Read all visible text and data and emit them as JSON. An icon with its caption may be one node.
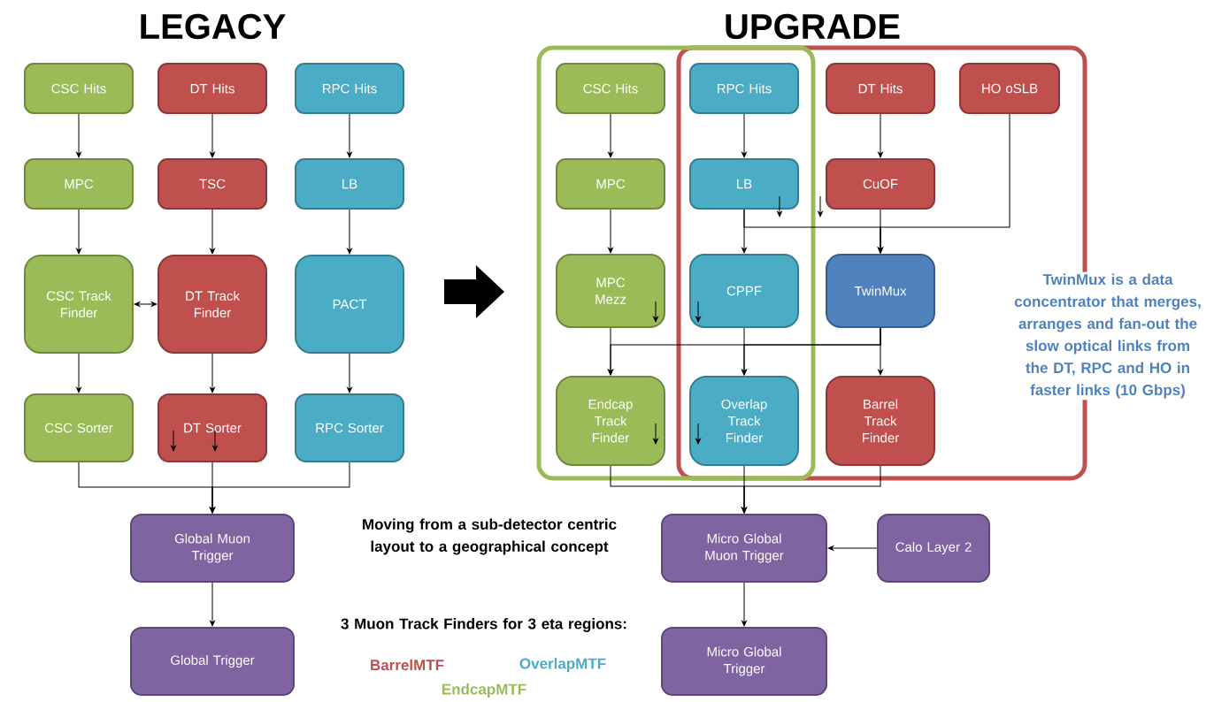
{
  "diagram": {
    "nodes": [
      {
        "text": [
          "CSC Hits"
        ]
      },
      {
        "text": [
          "DT Hits"
        ]
      },
      {
        "text": [
          "RPC Hits"
        ]
      },
      {
        "text": [
          "MPC"
        ]
      },
      {
        "text": [
          "TSC"
        ]
      },
      {
        "text": [
          "LB"
        ]
      },
      {
        "text": [
          "CSC Track Finder"
        ]
      },
      {
        "text": [
          "DT Track Finder"
        ]
      },
      {
        "text": [
          "PACT"
        ]
      },
      {
        "text": [
          "CSC Sorter"
        ]
      },
      {
        "text": [
          "DT Sorter"
        ]
      },
      {
        "text": [
          "RPC Sorter"
        ]
      },
      {
        "text": [
          "Global Muon Trigger"
        ]
      },
      {
        "text": [
          "Global Trigger"
        ]
      },
      {
        "text": [
          "CSC Hits"
        ]
      },
      {
        "text": [
          "RPC Hits"
        ]
      },
      {
        "text": [
          "DT Hits"
        ]
      },
      {
        "text": [
          "HO oSLB"
        ]
      },
      {
        "text": [
          "MPC"
        ]
      },
      {
        "text": [
          "LB"
        ]
      },
      {
        "text": [
          "CuOF"
        ]
      },
      {
        "text": [
          "MPC Mezz"
        ]
      },
      {
        "text": [
          "CPPF"
        ]
      },
      {
        "text": [
          "TwinMux"
        ]
      },
      {
        "text": [
          "Endcap Track Finder"
        ]
      },
      {
        "text": [
          "Overlap Track Finder"
        ]
      },
      {
        "text": [
          "Barrel Track Finder"
        ]
      },
      {
        "text": [
          "Micro Global Muon Trigger"
        ]
      },
      {
        "text": [
          "Calo Layer 2"
        ]
      },
      {
        "text": [
          "Micro Global Trigger"
        ]
      }
    ],
    "edges": [
      {
        "from": 0,
        "to": 3,
        "arrow": "to"
      },
      {
        "from": 1,
        "to": 4,
        "arrow": "to"
      },
      {
        "from": 2,
        "to": 5,
        "arrow": "to"
      },
      {
        "from": 3,
        "to": 6,
        "arrow": "to"
      },
      {
        "from": 4,
        "to": 7,
        "arrow": "to"
      },
      {
        "from": 5,
        "to": 8,
        "arrow": "to"
      },
      {
        "from": 6,
        "to": 7,
        "arrow": "both"
      },
      {
        "from": 6,
        "to": 9,
        "arrow": "to"
      },
      {
        "from": 7,
        "to": 10,
        "arrow": "to"
      },
      {
        "from": 8,
        "to": 11,
        "arrow": "to"
      },
      {
        "from": 9,
        "to": 12,
        "arrow": "to"
      },
      {
        "from": 10,
        "to": 12,
        "arrow": "to"
      },
      {
        "from": 11,
        "to": 12,
        "arrow": "to"
      },
      {
        "from": 12,
        "to": 13,
        "arrow": "to"
      },
      {
        "from": 14,
        "to": 18,
        "arrow": "to"
      },
      {
        "from": 15,
        "to": 19,
        "arrow": "to"
      },
      {
        "from": 16,
        "to": 20,
        "arrow": "to"
      },
      {
        "from": 18,
        "to": 21,
        "arrow": "to"
      },
      {
        "from": 19,
        "to": 22,
        "arrow": "to"
      },
      {
        "from": 19,
        "to": 23,
        "arrow": "to"
      },
      {
        "from": 20,
        "to": 23,
        "arrow": "to"
      },
      {
        "from": 17,
        "to": 23,
        "arrow": "to"
      },
      {
        "from": 21,
        "to": 24,
        "arrow": "to"
      },
      {
        "from": 22,
        "to": 25,
        "arrow": "to"
      },
      {
        "from": 23,
        "to": 26,
        "arrow": "to"
      },
      {
        "from": 23,
        "to": 25,
        "arrow": "to"
      },
      {
        "from": 23,
        "to": 24,
        "arrow": "to"
      },
      {
        "from": 24,
        "to": 27,
        "arrow": "to"
      },
      {
        "from": 25,
        "to": 27,
        "arrow": "to"
      },
      {
        "from": 26,
        "to": 27,
        "arrow": "to"
      },
      {
        "from": 28,
        "to": 27,
        "arrow": "to"
      },
      {
        "from": 27,
        "to": 29,
        "arrow": "to"
      }
    ],
    "labels": [
      "LEGACY",
      "UPGRADE",
      "TwinMux is a data concentrator that merges, arranges and fan-out the slow optical links from the DT, RPC and HO in faster links (10 Gbps)",
      "Moving from a sub-detector centric layout to a geographical concept",
      "3 Muon Track Finders for 3 eta regions:",
      "BarrelMTF",
      "OverlapMTF",
      "EndcapMTF"
    ]
  }
}
